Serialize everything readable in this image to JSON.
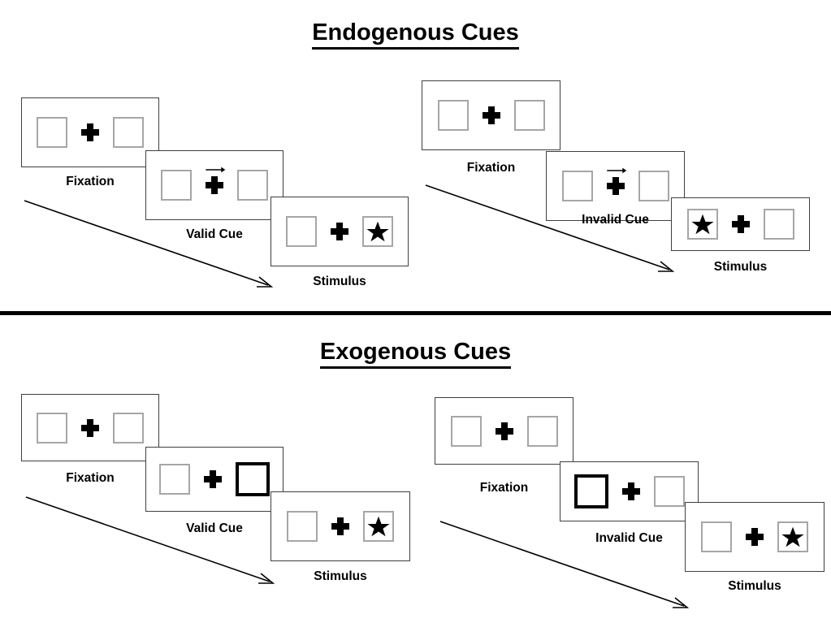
{
  "page": {
    "background": "#ffffff",
    "divider_color": "#000000",
    "box_border_color": "#a6a6a6",
    "cued_box_border_color": "#000000",
    "frame_border_color": "#3f3f3f",
    "stimulus_color": "#000000"
  },
  "sections": [
    {
      "id": "endogenous",
      "title": "Endogenous Cues",
      "cue_type": "central-arrow",
      "sequences": [
        {
          "id": "endogenous-valid",
          "validity": "valid",
          "panels": [
            {
              "caption": "Fixation",
              "left_box": "empty",
              "right_box": "empty",
              "center": "plus",
              "cue": "none"
            },
            {
              "caption": "Valid Cue",
              "left_box": "empty",
              "right_box": "empty",
              "center": "plus",
              "cue": "arrow-right"
            },
            {
              "caption": "Stimulus",
              "left_box": "empty",
              "right_box": "star",
              "center": "plus",
              "cue": "none"
            }
          ]
        },
        {
          "id": "endogenous-invalid",
          "validity": "invalid",
          "panels": [
            {
              "caption": "Fixation",
              "left_box": "empty",
              "right_box": "empty",
              "center": "plus",
              "cue": "none"
            },
            {
              "caption": "Invalid Cue",
              "left_box": "empty",
              "right_box": "empty",
              "center": "plus",
              "cue": "arrow-right"
            },
            {
              "caption": "Stimulus",
              "left_box": "star",
              "right_box": "empty",
              "center": "plus",
              "cue": "none"
            }
          ]
        }
      ]
    },
    {
      "id": "exogenous",
      "title": "Exogenous Cues",
      "cue_type": "peripheral-box-flash",
      "sequences": [
        {
          "id": "exogenous-valid",
          "validity": "valid",
          "panels": [
            {
              "caption": "Fixation",
              "left_box": "empty",
              "right_box": "empty",
              "center": "plus",
              "cue": "none"
            },
            {
              "caption": "Valid Cue",
              "left_box": "empty",
              "right_box": "cued",
              "center": "plus",
              "cue": "box-highlight-right"
            },
            {
              "caption": "Stimulus",
              "left_box": "empty",
              "right_box": "star",
              "center": "plus",
              "cue": "none"
            }
          ]
        },
        {
          "id": "exogenous-invalid",
          "validity": "invalid",
          "panels": [
            {
              "caption": "Fixation",
              "left_box": "empty",
              "right_box": "empty",
              "center": "plus",
              "cue": "none"
            },
            {
              "caption": "Invalid Cue",
              "left_box": "cued",
              "right_box": "empty",
              "center": "plus",
              "cue": "box-highlight-left"
            },
            {
              "caption": "Stimulus",
              "left_box": "empty",
              "right_box": "star",
              "center": "plus",
              "cue": "none"
            }
          ]
        }
      ]
    }
  ],
  "timeline_arrows": [
    {
      "id": "endogenous-valid-timeline",
      "meaning": "time progression"
    },
    {
      "id": "endogenous-invalid-timeline",
      "meaning": "time progression"
    },
    {
      "id": "exogenous-valid-timeline",
      "meaning": "time progression"
    },
    {
      "id": "exogenous-invalid-timeline",
      "meaning": "time progression"
    }
  ]
}
